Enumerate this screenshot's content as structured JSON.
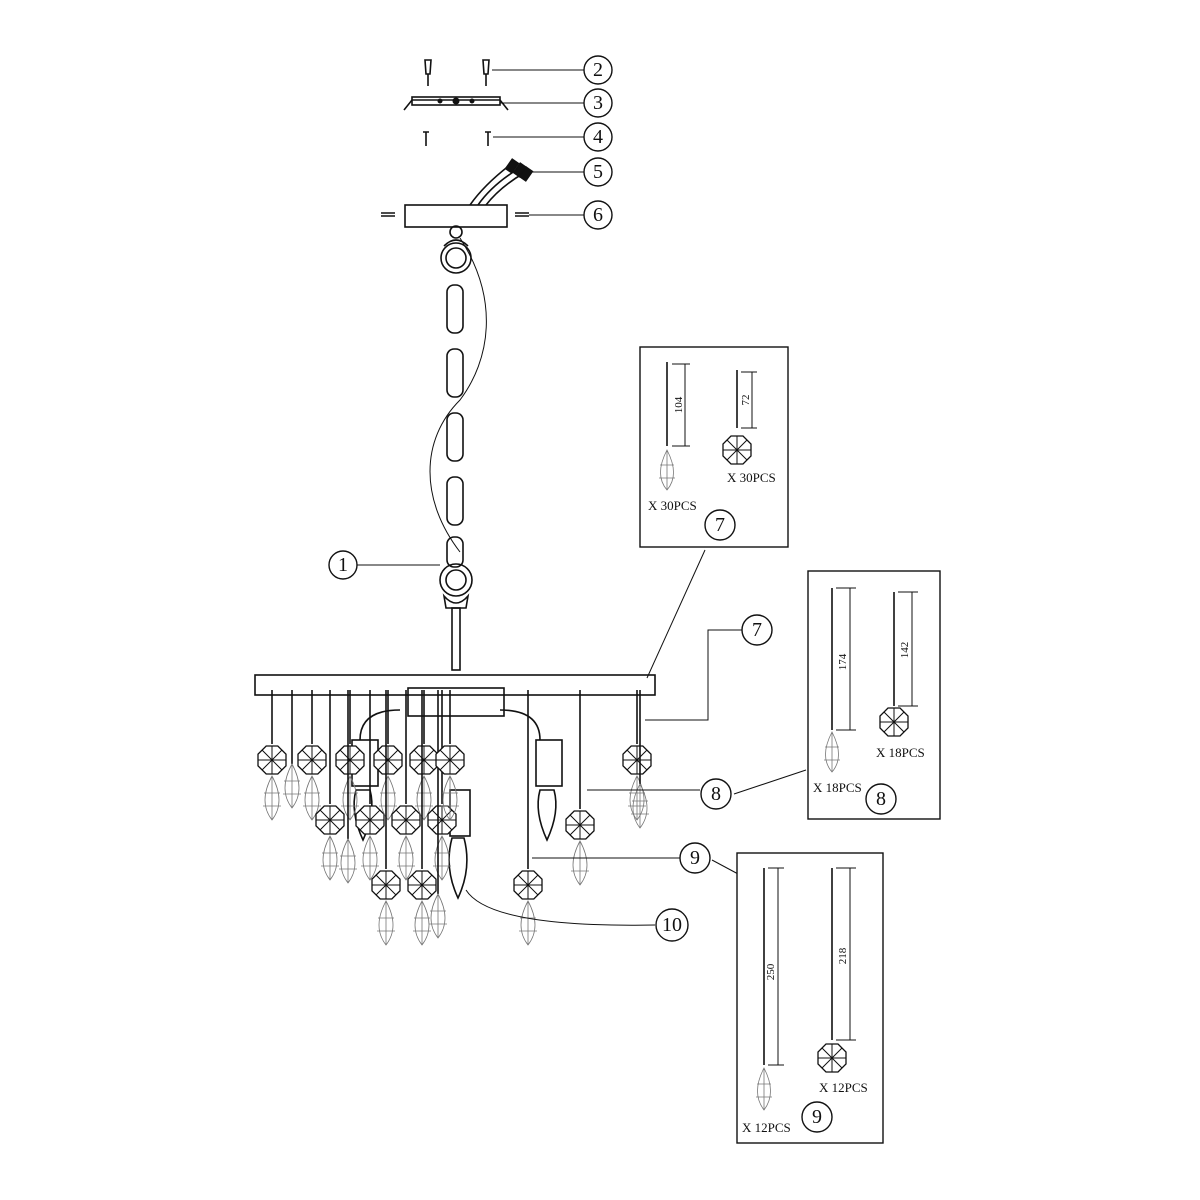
{
  "callouts": {
    "c1": "1",
    "c2": "2",
    "c3": "3",
    "c4": "4",
    "c5": "5",
    "c6": "6",
    "c7": "7",
    "c8": "8",
    "c9": "9",
    "c10": "10"
  },
  "panel7": {
    "number": "7",
    "dim_left": "104",
    "dim_right": "72",
    "qty_left": "X 30PCS",
    "qty_right": "X 30PCS"
  },
  "panel8": {
    "number": "8",
    "dim_left": "174",
    "dim_right": "142",
    "qty_left": "X 18PCS",
    "qty_right": "X 18PCS"
  },
  "panel9": {
    "number": "9",
    "dim_left": "250",
    "dim_right": "218",
    "qty_left": "X 12PCS",
    "qty_right": "X 12PCS"
  }
}
